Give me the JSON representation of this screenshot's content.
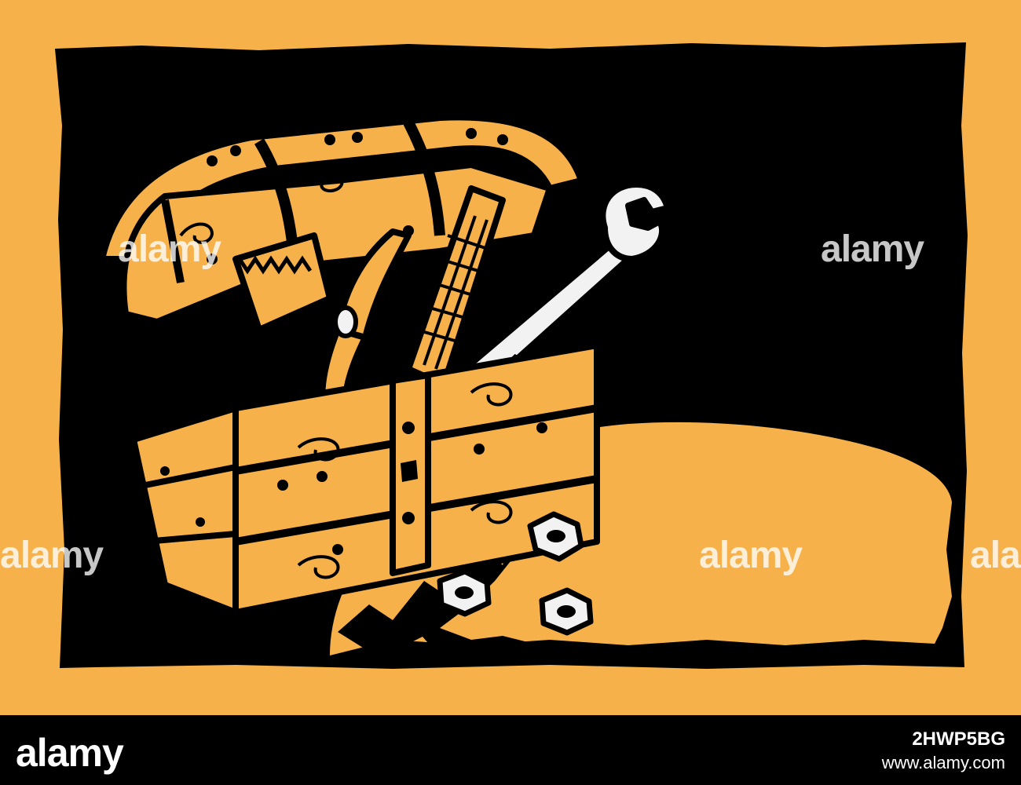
{
  "watermark": {
    "text": "alamy"
  },
  "footer": {
    "logo_text": "alamy",
    "image_id": "2HWP5BG",
    "url": "www.alamy.com"
  },
  "colors": {
    "orange": "#f7b14a",
    "black": "#000000",
    "white": "#ffffff",
    "wrench": "#f2f2f2"
  }
}
